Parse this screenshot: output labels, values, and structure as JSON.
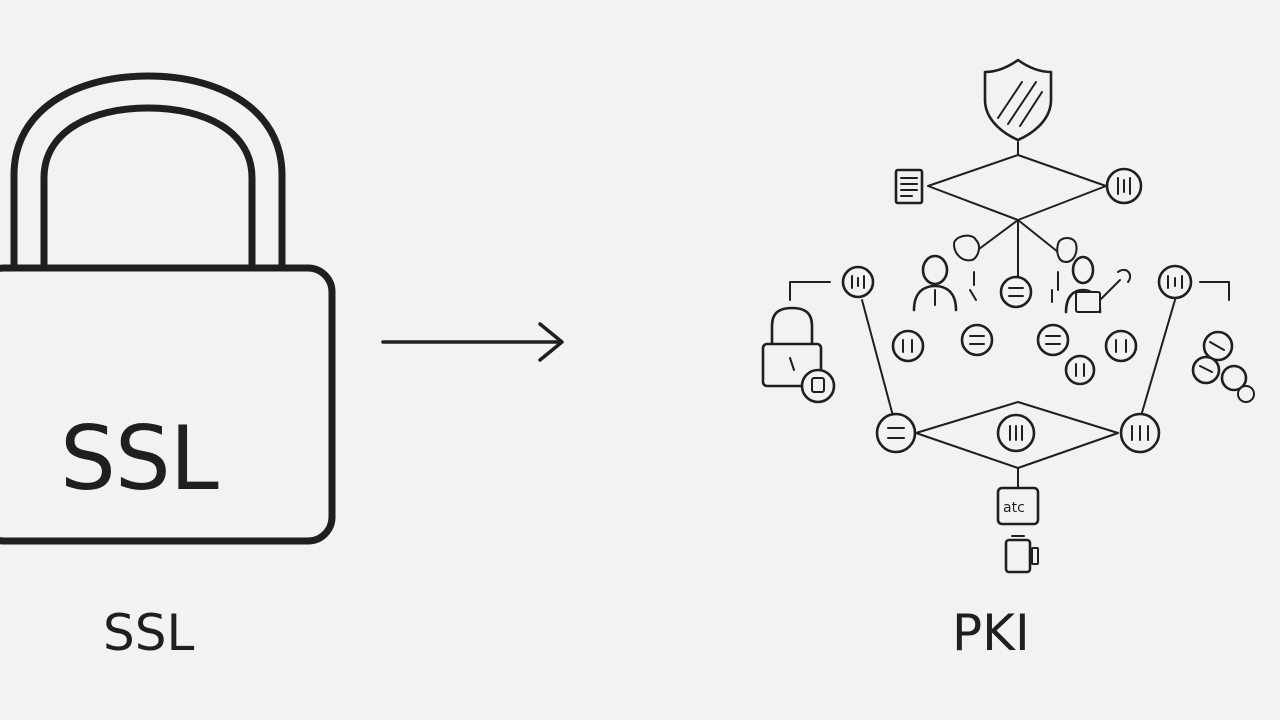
{
  "lock": {
    "text": "SSL",
    "icon": "padlock-icon"
  },
  "captions": {
    "left": "SSL",
    "right": "PKI"
  },
  "arrow": {
    "icon": "right-arrow-icon"
  },
  "pki": {
    "root_icon": "shield-icon",
    "icons": [
      "document-icon",
      "certificate-node-icon",
      "person-icon",
      "user-group-icon",
      "small-padlock-icon",
      "key-chain-icon",
      "server-node-icon",
      "device-icon"
    ]
  }
}
